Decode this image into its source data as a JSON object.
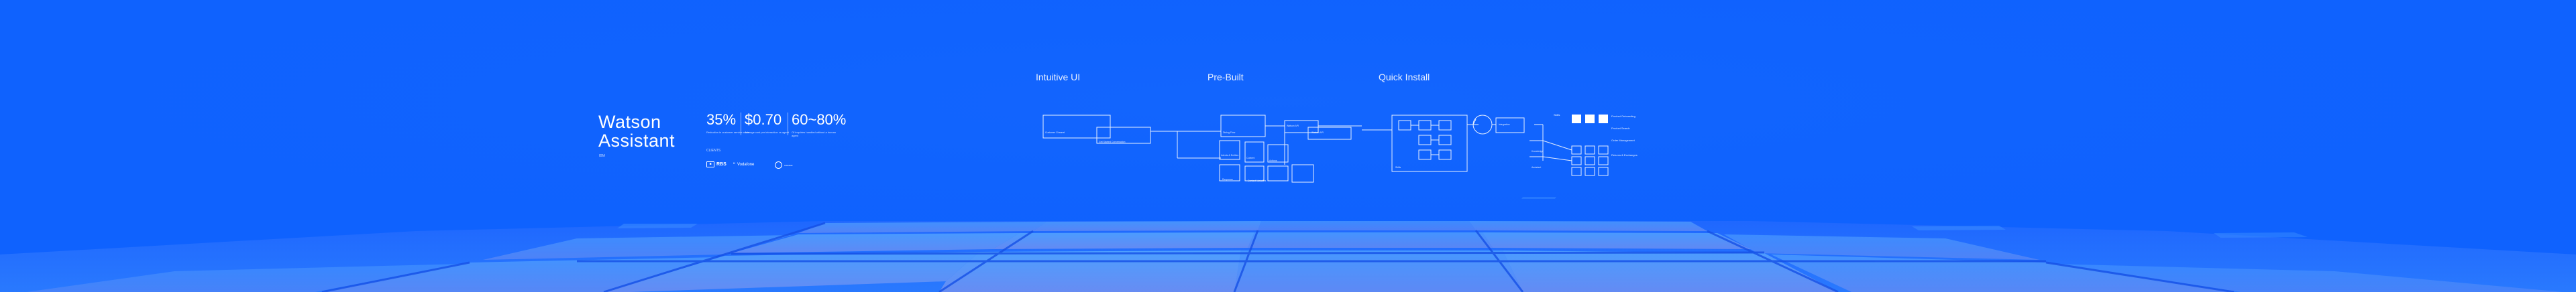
{
  "title": {
    "line1": "Watson",
    "line2": "Assistant"
  },
  "subtitle": "IBM",
  "stats": [
    {
      "value": "35%",
      "desc": "Reduction in customer service costs"
    },
    {
      "value": "$0.70",
      "desc": "Average cost per interaction vs agent"
    },
    {
      "value": "60~80%",
      "desc": "Of inquiries handled without a human agent"
    }
  ],
  "clients_label": "CLIENTS",
  "logos": [
    {
      "name": "RBS",
      "icon": "bank-icon"
    },
    {
      "name": "Vodafone",
      "icon": "speech-mark-icon"
    },
    {
      "name": "Autodesk",
      "icon": "ring-icon"
    }
  ],
  "sections": {
    "ui": "Intuitive UI",
    "prebuilt": "Pre-Built",
    "install": "Quick Install"
  },
  "diagram": {
    "box_labels": [
      "Customer Channel",
      "Get Started Conversation",
      "Dialog Flow",
      "Intents & Entities",
      "Content",
      "Actions",
      "Response",
      "Context Variables",
      "Watson API",
      "Watson API",
      "Skills",
      "Integration",
      "Knowledge",
      "Assistant"
    ],
    "legend": [
      "Product Onboarding",
      "Product Search",
      "Order Management",
      "Returns & Exchanges"
    ],
    "legend_title": "Skills"
  },
  "colors": {
    "background": "#0f62fe",
    "floor_light": "#4da3ff",
    "floor_tile": "#6f90f4",
    "line": "#ffffff"
  }
}
